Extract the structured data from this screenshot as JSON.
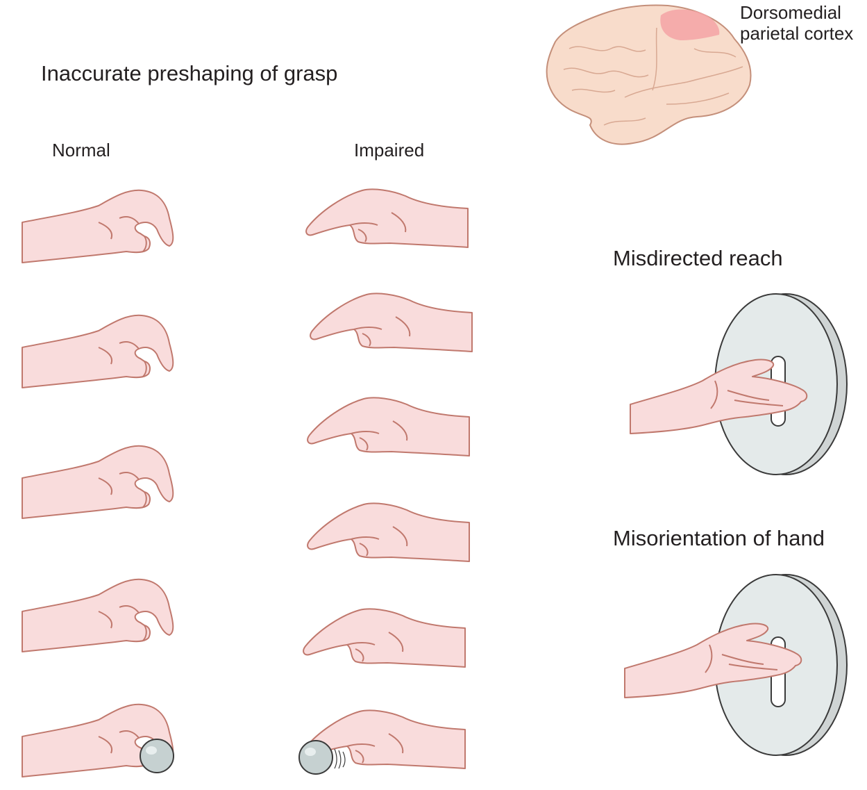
{
  "title": "Inaccurate preshaping of grasp",
  "columns": {
    "normal": "Normal",
    "impaired": "Impaired"
  },
  "brain": {
    "region_line1": "Dorsomedial",
    "region_line2": "parietal cortex"
  },
  "panels": {
    "reach": "Misdirected reach",
    "orientation": "Misorientation of hand"
  },
  "colors": {
    "skin_fill": "#f9dcdc",
    "skin_stroke": "#c0786d",
    "brain_fill": "#f8dccb",
    "brain_stroke": "#c48f7a",
    "cortex_highlight": "#f4a3a6",
    "disc_fill": "#e4eaea",
    "disc_stroke": "#3a3a3a",
    "ball_fill": "#c6d1d1"
  }
}
